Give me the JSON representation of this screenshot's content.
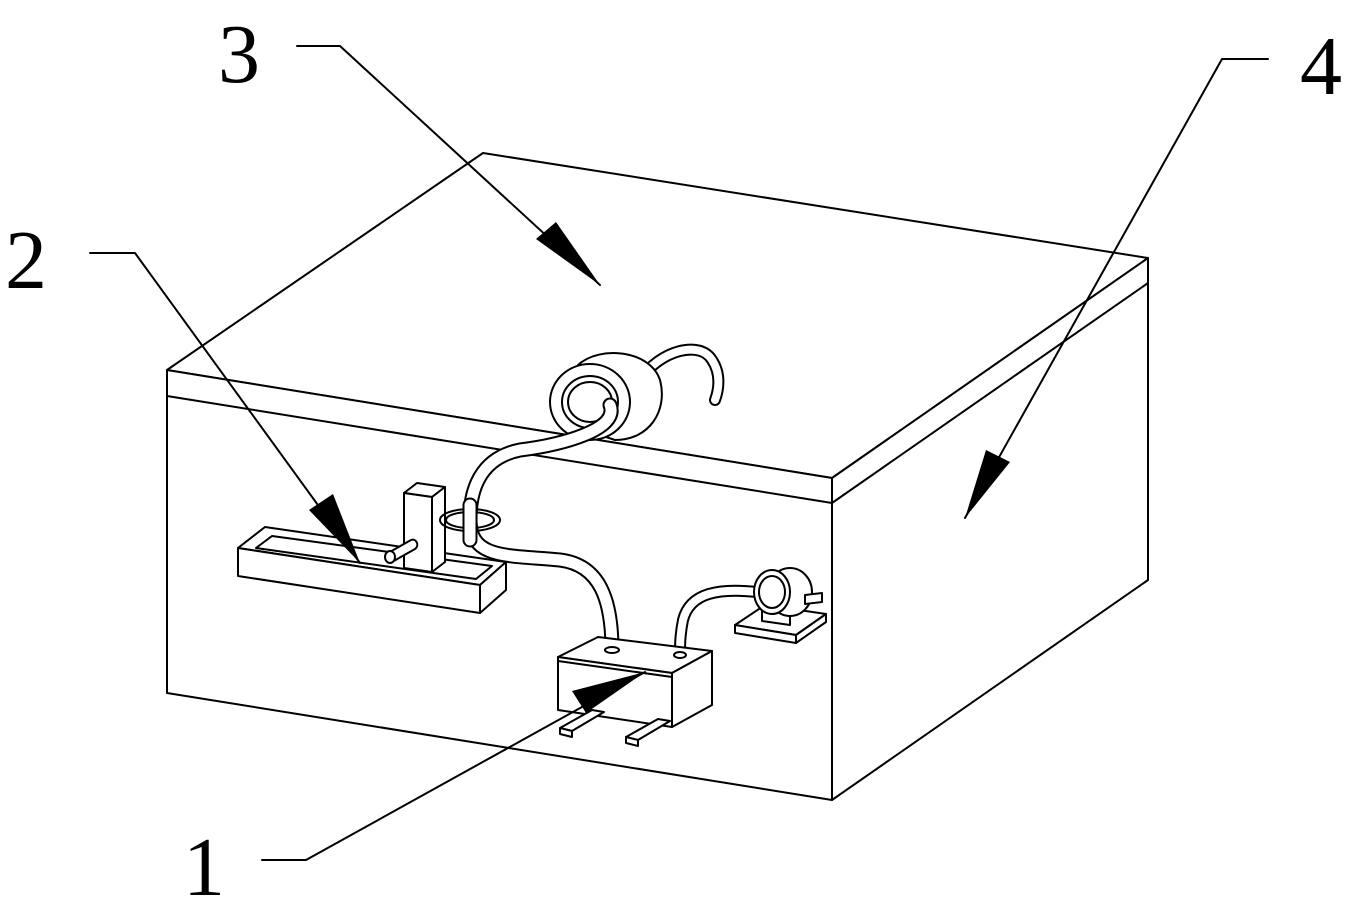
{
  "figure": {
    "callouts": [
      {
        "id": "1",
        "label": "1"
      },
      {
        "id": "2",
        "label": "2"
      },
      {
        "id": "3",
        "label": "3"
      },
      {
        "id": "4",
        "label": "4"
      }
    ]
  },
  "colors": {
    "line": "#000000",
    "background": "#ffffff"
  }
}
